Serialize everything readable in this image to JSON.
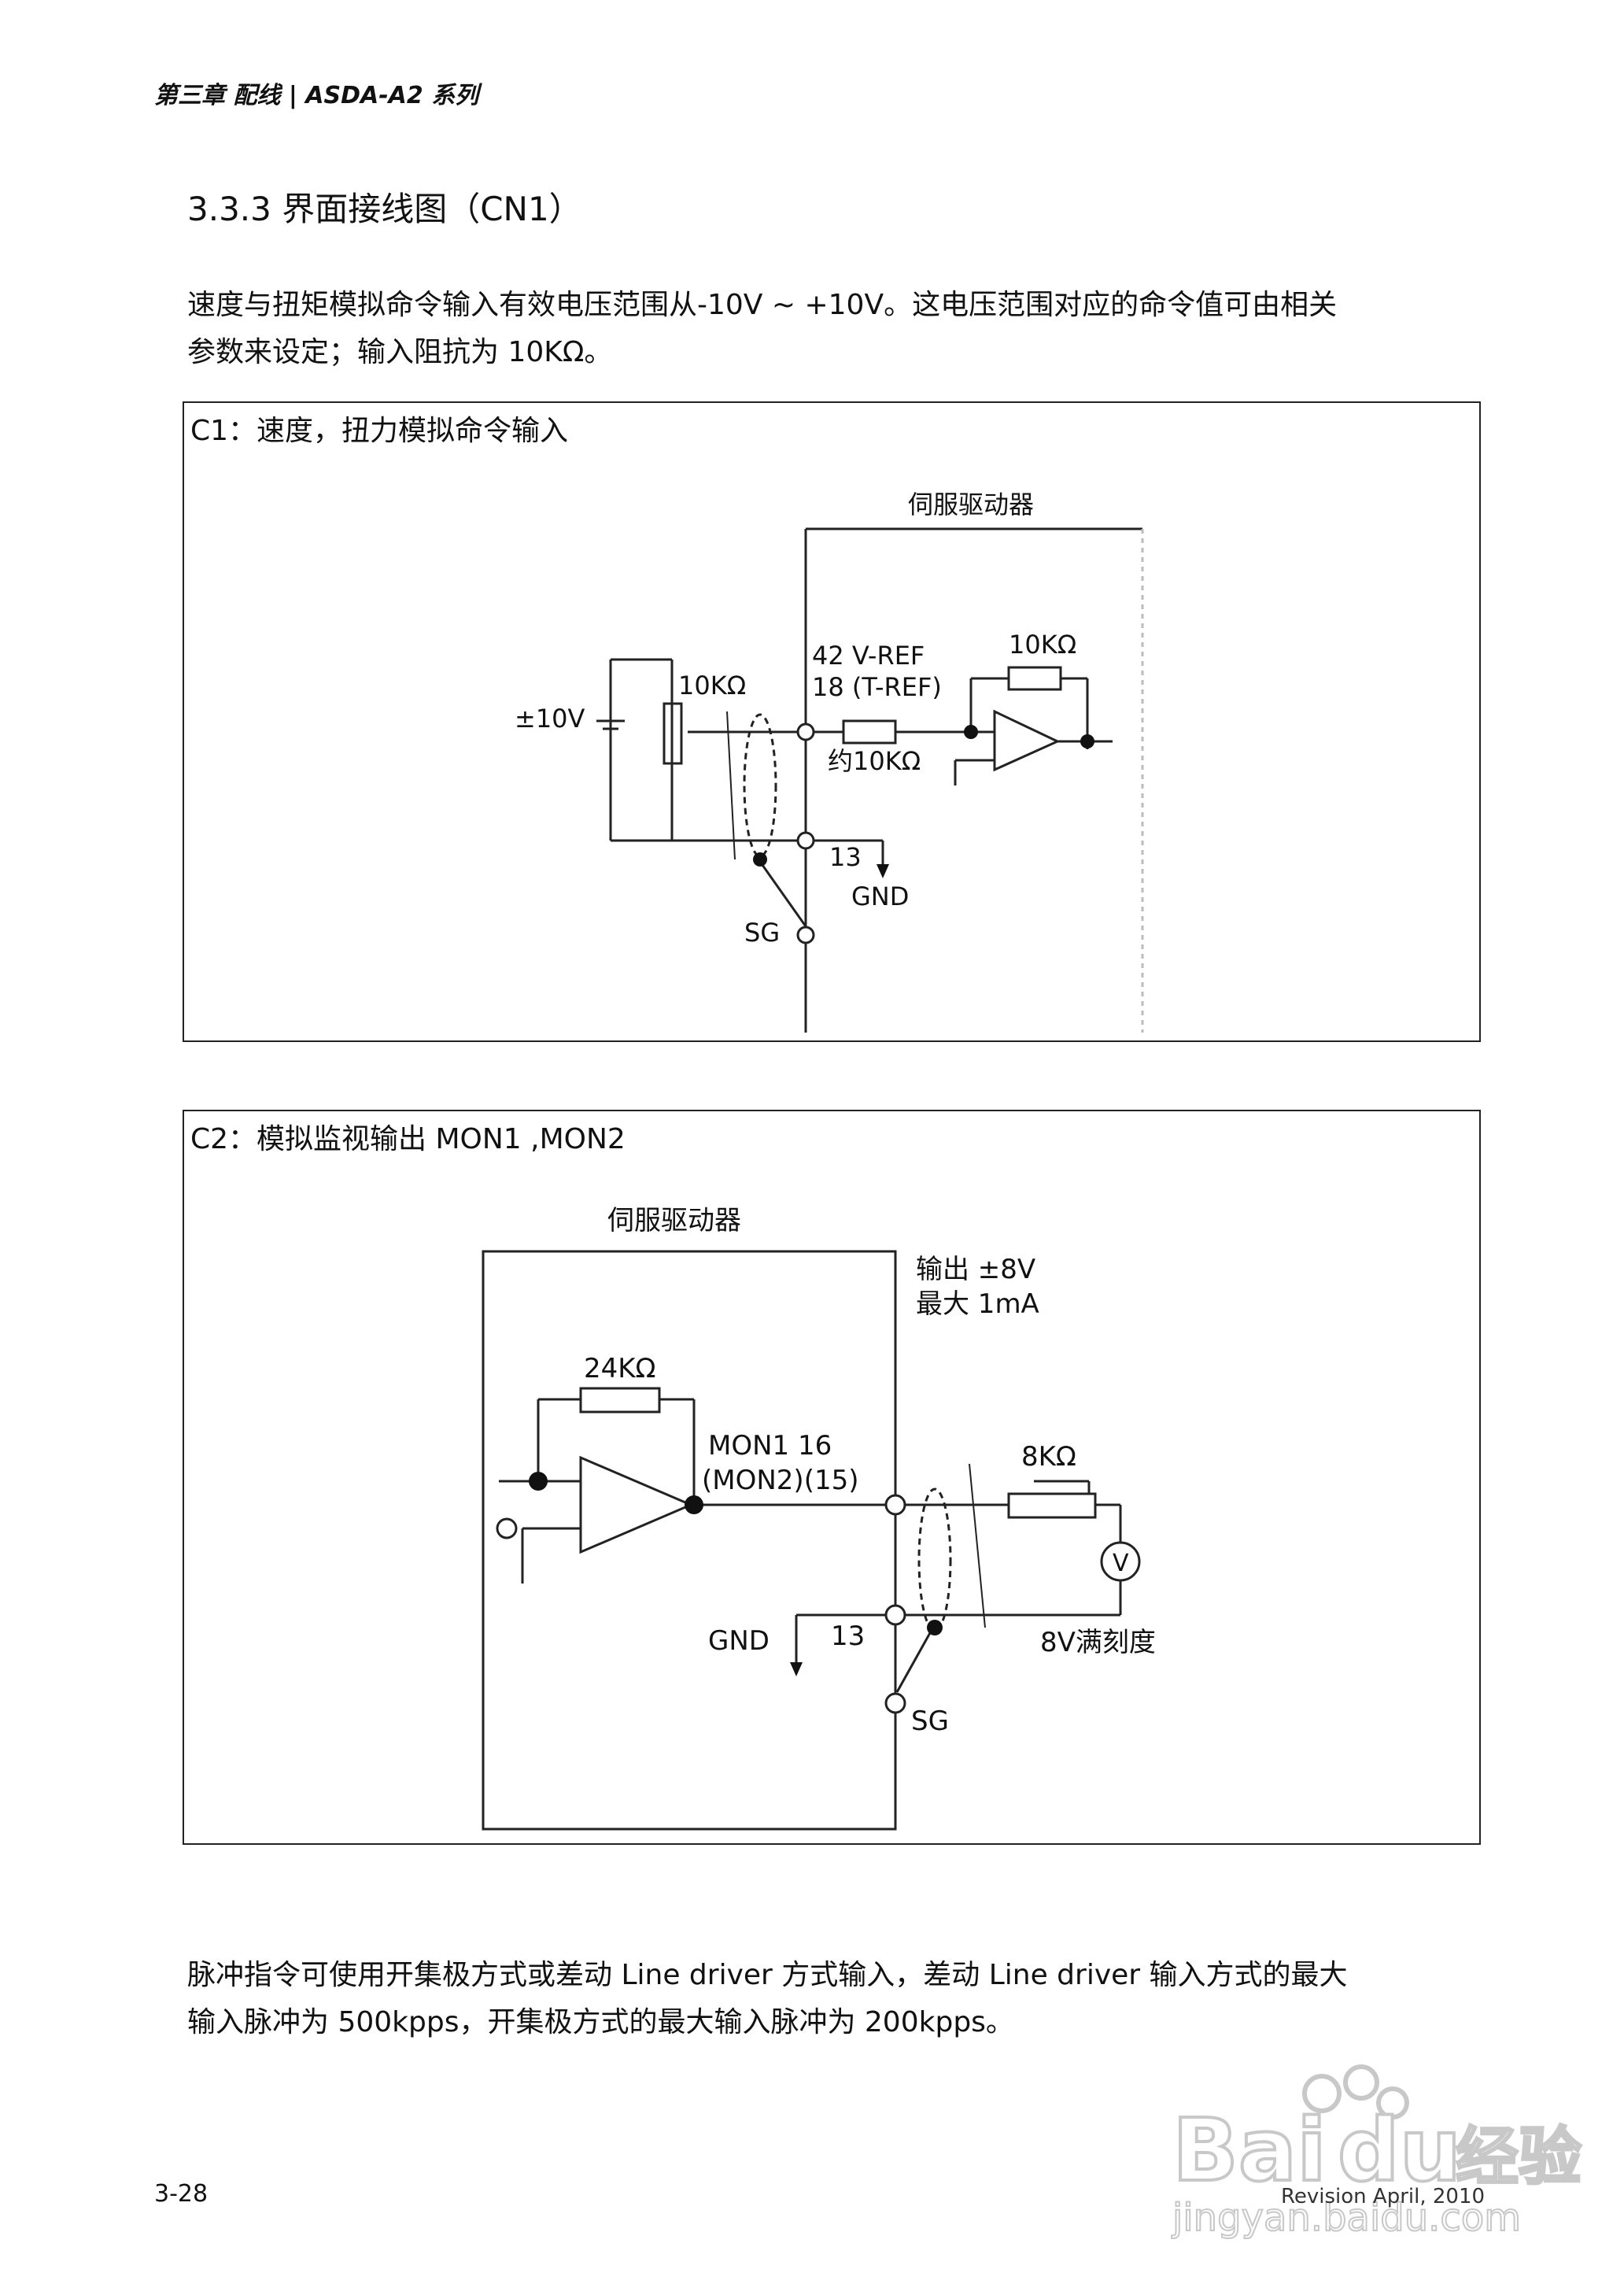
{
  "header": {
    "text": "第三章 配线 | ASDA-A2 系列"
  },
  "section": {
    "title": "3.3.3   界面接线图（CN1）"
  },
  "intro": {
    "line1": "速度与扭矩模拟命令输入有效电压范围从-10V ~ +10V。这电压范围对应的命令值可由相关",
    "line2": "参数来设定；输入阻抗为 10KΩ。"
  },
  "fig_c1": {
    "caption": "C1：速度，扭力模拟命令输入",
    "driver_label": "伺服驱动器",
    "supply_label": "±10V",
    "pot_label": "10KΩ",
    "pin_label_1": "42 V-REF",
    "pin_label_2": "18 (T-REF)",
    "feedback_res": "10KΩ",
    "input_res": "约10KΩ",
    "gnd_pin": "13",
    "gnd_label": "GND",
    "sg_label": "SG"
  },
  "fig_c2": {
    "caption": "C2：模拟监视输出  MON1 ,MON2",
    "driver_label": "伺服驱动器",
    "out_line1": "输出 ±8V",
    "out_line2": "最大 1mA",
    "feedback_res": "24KΩ",
    "pin_label_1": "MON1   16",
    "pin_label_2": "(MON2)(15)",
    "pot_label": "8KΩ",
    "meter_label": "V",
    "gnd_label": "GND",
    "gnd_pin": "13",
    "scale_label": "8V满刻度",
    "sg_label": "SG"
  },
  "pulse": {
    "line1": "脉冲指令可使用开集极方式或差动 Line driver  方式输入，差动 Line driver 输入方式的最大",
    "line2": "输入脉冲为 500kpps，开集极方式的最大输入脉冲为 200kpps。"
  },
  "footer": {
    "page": "3-28",
    "revision": "Revision April, 2010"
  },
  "watermark": {
    "brand": "Bai",
    "brand2": "du",
    "jingyan": "经验",
    "url": "jingyan.baidu.com"
  }
}
